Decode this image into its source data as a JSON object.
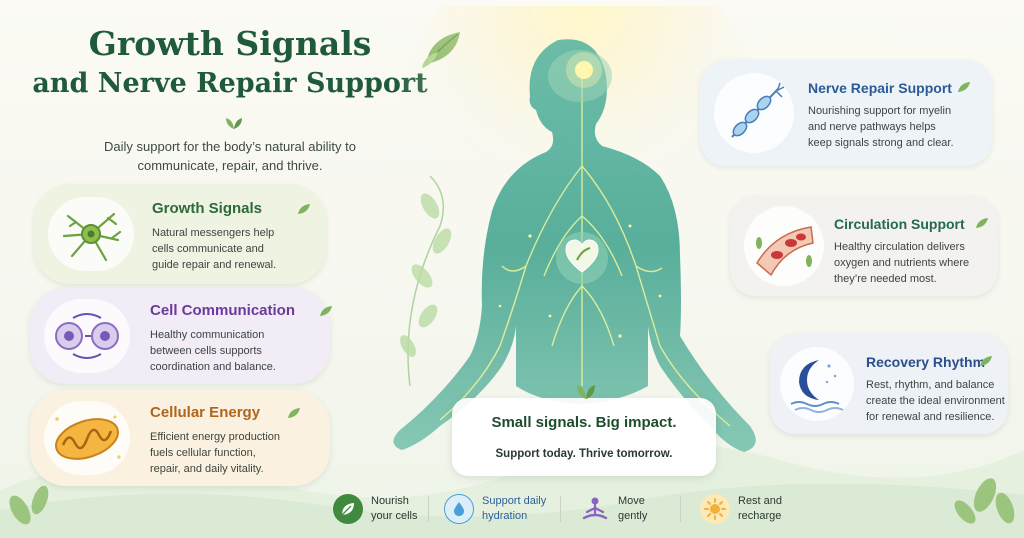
{
  "title": {
    "line1": "Growth Signals",
    "line2": "and Nerve Repair Support"
  },
  "subtitle": {
    "line1": "Daily support for the body’s natural ability to",
    "line2": "communicate, repair, and thrive."
  },
  "left_cards": [
    {
      "title": "Growth Signals",
      "lines": [
        "Natural messengers help",
        "cells communicate and",
        "guide repair and renewal."
      ]
    },
    {
      "title": "Cell Communication",
      "lines": [
        "Healthy communication",
        "between cells supports",
        "coordination and balance."
      ]
    },
    {
      "title": "Cellular Energy",
      "lines": [
        "Efficient energy production",
        "fuels cellular function,",
        "repair, and daily vitality."
      ]
    }
  ],
  "right_cards": [
    {
      "title": "Nerve Repair Support",
      "lines": [
        "Nourishing support for myelin",
        "and nerve pathways helps",
        "keep signals strong and clear."
      ]
    },
    {
      "title": "Circulation Support",
      "lines": [
        "Healthy circulation delivers",
        "oxygen and nutrients where",
        "they’re needed most."
      ]
    },
    {
      "title": "Recovery Rhythm",
      "lines": [
        "Rest, rhythm, and balance",
        "create the ideal environment",
        "for renewal and resilience."
      ]
    }
  ],
  "impact": {
    "headline": "Small signals. Big impact.",
    "tagline": "Support today. Thrive tomorrow."
  },
  "bottom": [
    {
      "icon": "leaf-icon",
      "lines": [
        "Nourish",
        "your cells"
      ],
      "color": "#3f8a3e"
    },
    {
      "icon": "water-drop-icon",
      "lines": [
        "Support daily",
        "hydration"
      ],
      "color": "#4a9fd6",
      "text_color": "#2a5f9a"
    },
    {
      "icon": "meditation-icon",
      "lines": [
        "Move",
        "gently"
      ],
      "color": "#8b62c4"
    },
    {
      "icon": "sun-icon",
      "lines": [
        "Rest and",
        "recharge"
      ],
      "color": "#f2b13a"
    }
  ],
  "colors": {
    "title": "#1f5a3a",
    "growth": "#2e6a3a",
    "communication": "#6b3a9b",
    "energy": "#b0651c",
    "nerve": "#2b5b95",
    "circulation": "#236a4e",
    "recovery": "#2a4f8a"
  }
}
